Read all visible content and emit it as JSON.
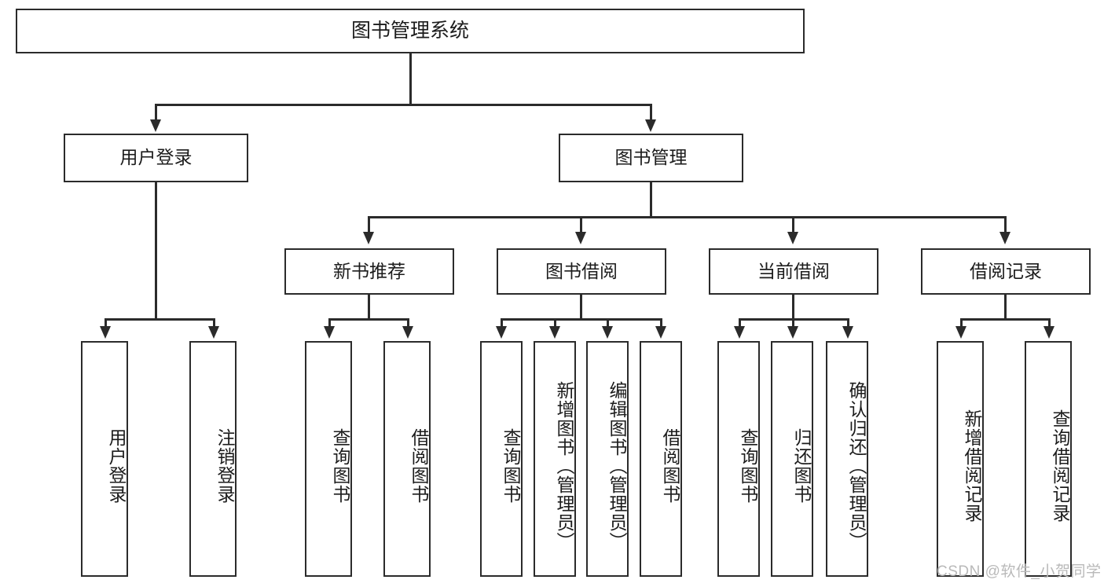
{
  "diagram": {
    "type": "tree",
    "title": "图书管理系统",
    "root": {
      "label": "图书管理系统"
    },
    "level2": [
      {
        "label": "用户登录"
      },
      {
        "label": "图书管理"
      }
    ],
    "level3": [
      {
        "label": "新书推荐"
      },
      {
        "label": "图书借阅"
      },
      {
        "label": "当前借阅"
      },
      {
        "label": "借阅记录"
      }
    ],
    "leaves": {
      "user_login": [
        {
          "label": "用户登录"
        },
        {
          "label": "注销登录"
        }
      ],
      "new_book_recommend": [
        {
          "label": "查询图书"
        },
        {
          "label": "借阅图书"
        }
      ],
      "book_borrow": [
        {
          "label": "查询图书"
        },
        {
          "label": "新增图书（管理员）"
        },
        {
          "label": "编辑图书（管理员）"
        },
        {
          "label": "借阅图书"
        }
      ],
      "current_borrow": [
        {
          "label": "查询图书"
        },
        {
          "label": "归还图书"
        },
        {
          "label": "确认归还（管理员）"
        }
      ],
      "borrow_record": [
        {
          "label": "新增借阅记录"
        },
        {
          "label": "查询借阅记录"
        }
      ]
    }
  },
  "watermark": {
    "text": "CSDN @软件_小贺同学"
  },
  "colors": {
    "stroke": "#2b2b2b",
    "background": "#ffffff",
    "text": "#1c1c1c",
    "watermark": "#b9b9b9"
  }
}
